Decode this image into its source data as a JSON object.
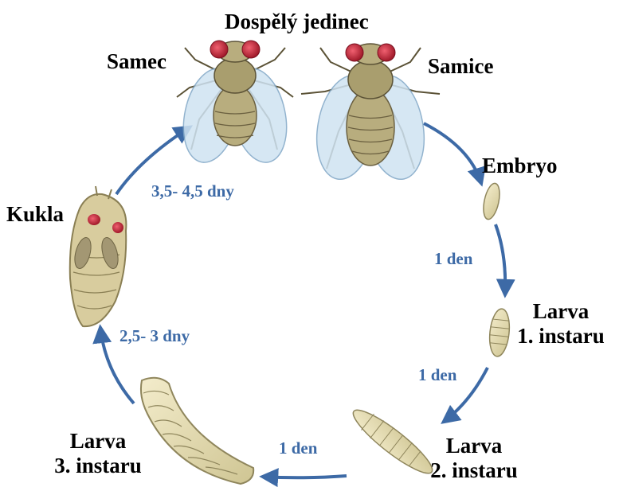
{
  "title": "Dospělý jedinec",
  "stages": {
    "male": "Samec",
    "female": "Samice",
    "embryo": "Embryo",
    "larva1": [
      "Larva",
      "1. instaru"
    ],
    "larva2": [
      "Larva",
      "2. instaru"
    ],
    "larva3": [
      "Larva",
      "3. instaru"
    ],
    "pupa": "Kukla"
  },
  "durations": {
    "embryo_to_larva1": "1 den",
    "larva1_to_larva2": "1 den",
    "larva2_to_larva3": "1 den",
    "larva3_to_pupa": "2,5- 3  dny",
    "pupa_to_adult": "3,5- 4,5  dny"
  },
  "colors": {
    "arrow": "#3d6aa6",
    "duration_text": "#3d6aa6",
    "label_text": "#000000",
    "fly_body": "#b8ad7e",
    "fly_eye": "#c8293a",
    "wing": "#cfe3f2",
    "larva": "#e3dcb0",
    "pupa": "#d8cc9e"
  },
  "icons": [
    "male-fly-icon",
    "female-fly-icon",
    "embryo-icon",
    "larva-1-icon",
    "larva-2-icon",
    "larva-3-icon",
    "pupa-icon"
  ]
}
